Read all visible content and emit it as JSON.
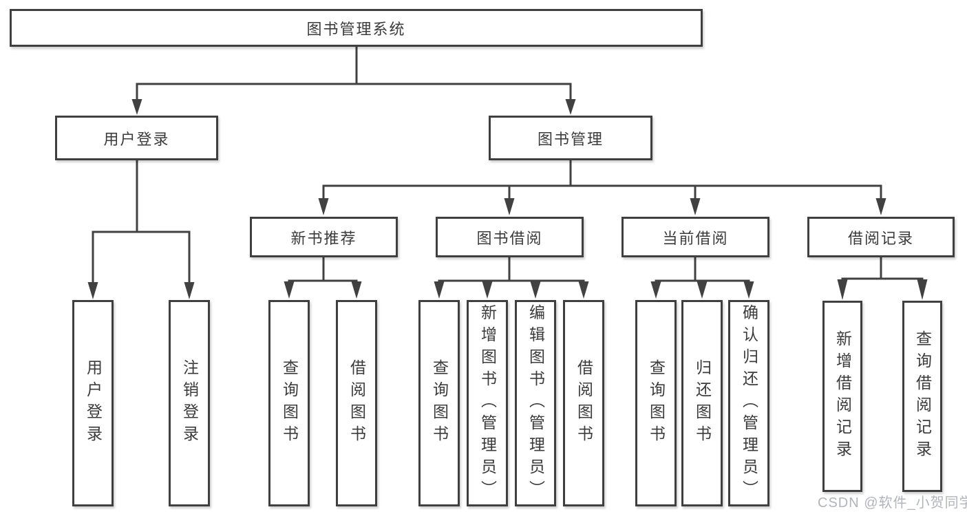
{
  "diagram": {
    "tree": {
      "label": "图书管理系统",
      "children": [
        {
          "label": "用户登录",
          "children": [
            {
              "label": "用户登录"
            },
            {
              "label": "注销登录"
            }
          ]
        },
        {
          "label": "图书管理",
          "children": [
            {
              "label": "新书推荐",
              "children": [
                {
                  "label": "查询图书"
                },
                {
                  "label": "借阅图书"
                }
              ]
            },
            {
              "label": "图书借阅",
              "children": [
                {
                  "label": "查询图书"
                },
                {
                  "label": "新增图书（管理员）"
                },
                {
                  "label": "编辑图书（管理员）"
                },
                {
                  "label": "借阅图书"
                }
              ]
            },
            {
              "label": "当前借阅",
              "children": [
                {
                  "label": "查询图书"
                },
                {
                  "label": "归还图书"
                },
                {
                  "label": "确认归还（管理员）"
                }
              ]
            },
            {
              "label": "借阅记录",
              "children": [
                {
                  "label": "新增借阅记录"
                },
                {
                  "label": "查询借阅记录"
                }
              ]
            }
          ]
        }
      ]
    },
    "watermark": "CSDN @软件_小贺同学",
    "colors": {
      "line": "#414141",
      "border": "#3f3f3f",
      "text": "#3b3b3b",
      "watermark": "#b2b4bd",
      "background": "#ffffff"
    }
  }
}
